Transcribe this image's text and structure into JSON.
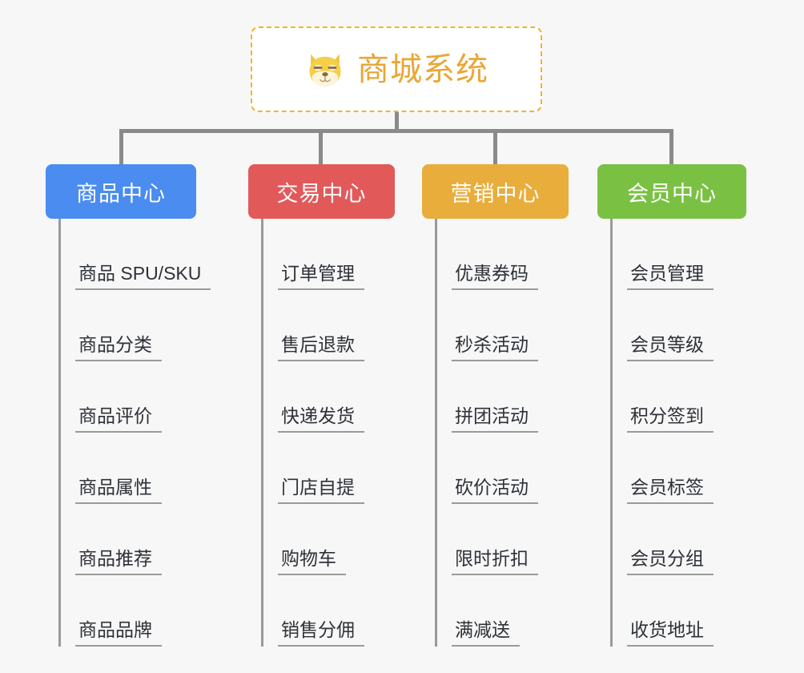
{
  "root": {
    "title": "商城系统",
    "icon": "shiba-dog-face-emoji",
    "border_color": "#f0b429",
    "text_color": "#e8a735",
    "background": "#ffffff"
  },
  "canvas": {
    "background": "#f7f7f7",
    "connector_color": "#8a8a8a"
  },
  "branches": [
    {
      "label": "商品中心",
      "color": "#4a8cf0",
      "children": [
        "商品 SPU/SKU",
        "商品分类",
        "商品评价",
        "商品属性",
        "商品推荐",
        "商品品牌"
      ]
    },
    {
      "label": "交易中心",
      "color": "#e2595a",
      "children": [
        "订单管理",
        "售后退款",
        "快递发货",
        "门店自提",
        "购物车",
        "销售分佣"
      ]
    },
    {
      "label": "营销中心",
      "color": "#e9ad3c",
      "children": [
        "优惠券码",
        "秒杀活动",
        "拼团活动",
        "砍价活动",
        "限时折扣",
        "满减送"
      ]
    },
    {
      "label": "会员中心",
      "color": "#7ac143",
      "children": [
        "会员管理",
        "会员等级",
        "积分签到",
        "会员标签",
        "会员分组",
        "收货地址"
      ]
    }
  ]
}
